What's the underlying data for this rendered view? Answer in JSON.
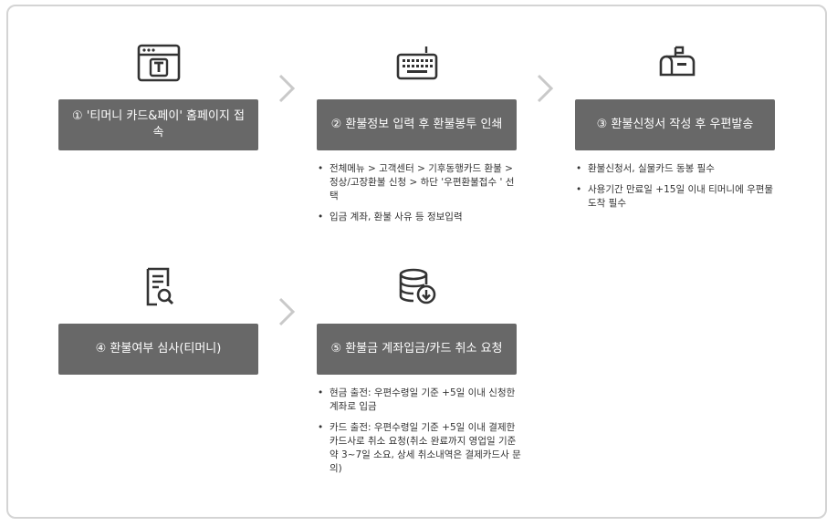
{
  "steps": [
    {
      "id": 1,
      "icon": "browser-t-icon",
      "title": "① '티머니 카드&페이' 홈페이지 접속",
      "notes": []
    },
    {
      "id": 2,
      "icon": "keyboard-icon",
      "title": "② 환불정보 입력 후 환불봉투 인쇄",
      "notes": [
        "전체메뉴 > 고객센터 > 기후동행카드 환불 > 정상/고장환불 신청 > 하단 '우편환불접수 ' 선택",
        "입금 계좌, 환불 사유 등 정보입력"
      ]
    },
    {
      "id": 3,
      "icon": "mailbox-icon",
      "title": "③ 환불신청서 작성 후 우편발송",
      "notes": [
        "환불신청서, 실물카드 동봉 필수",
        "사용기간 만료일 +15일 이내 티머니에 우편물 도착 필수"
      ]
    },
    {
      "id": 4,
      "icon": "document-search-icon",
      "title": "④ 환불여부 심사(티머니)",
      "notes": []
    },
    {
      "id": 5,
      "icon": "database-download-icon",
      "title": "⑤ 환불금 계좌입금/카드 취소 요청",
      "notes": [
        "현금 출전: 우편수령일 기준 +5일 이내 신청한 계좌로 입금",
        "카드 출전: 우편수령일 기준 +5일 이내 결제한 카드사로 취소 요청(취소 완료까지 영업일 기준 약 3~7일 소요, 상세 취소내역은 결제카드사 문의)"
      ]
    }
  ]
}
